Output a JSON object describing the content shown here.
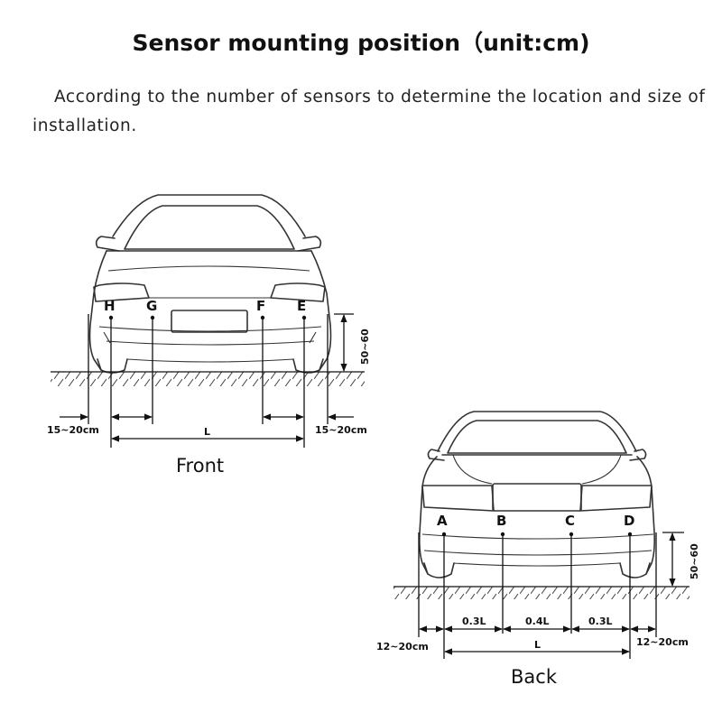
{
  "title": "Sensor mounting position（unit:cm)",
  "intro": "According to the number of sensors to determine the location and size of installation.",
  "front": {
    "caption": "Front",
    "sensors": [
      "H",
      "G",
      "F",
      "E"
    ],
    "height": "50~60",
    "side_left": "15~20cm",
    "side_right": "15~20cm",
    "span": "L"
  },
  "back": {
    "caption": "Back",
    "sensors": [
      "A",
      "B",
      "C",
      "D"
    ],
    "height": "50~60",
    "side_left": "12~20cm",
    "side_right": "12~20cm",
    "span": "L",
    "gaps": [
      "0.3L",
      "0.4L",
      "0.3L"
    ]
  }
}
